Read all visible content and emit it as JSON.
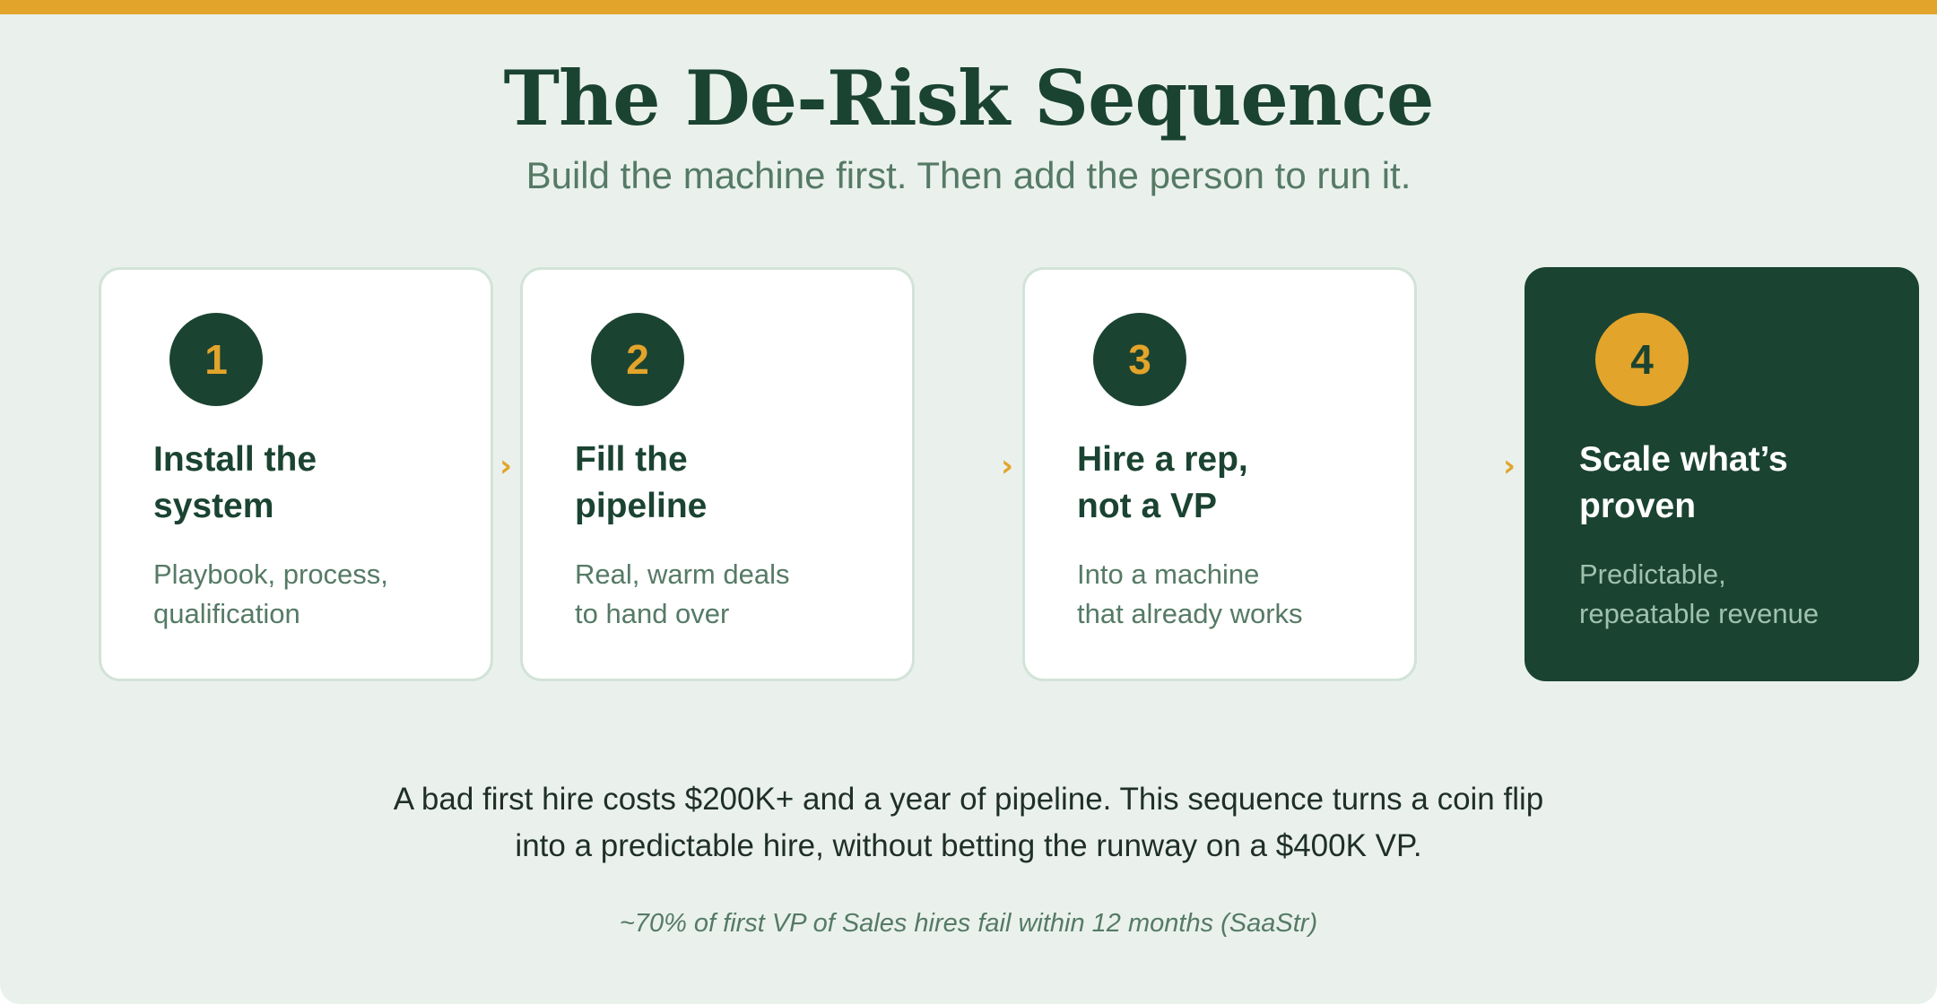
{
  "header": {
    "title": "The De-Risk Sequence",
    "subtitle": "Build the machine first. Then add the person to run it."
  },
  "steps": [
    {
      "number": "1",
      "title_lines": [
        "Install the",
        "system"
      ],
      "desc_lines": [
        "Playbook, process,",
        "qualification"
      ]
    },
    {
      "number": "2",
      "title_lines": [
        "Fill the",
        "pipeline"
      ],
      "desc_lines": [
        "Real, warm deals",
        "to hand over"
      ]
    },
    {
      "number": "3",
      "title_lines": [
        "Hire a rep,",
        "not a VP"
      ],
      "desc_lines": [
        "Into a machine",
        "that already works"
      ]
    },
    {
      "number": "4",
      "title_lines": [
        "Scale what’s",
        "proven"
      ],
      "desc_lines": [
        "Predictable,",
        "repeatable revenue"
      ]
    }
  ],
  "arrow_glyph": "›",
  "summary_lines": [
    "A bad first hire costs $200K+ and a year of pipeline. This sequence turns a coin flip",
    "into a predictable hire, without betting the runway on a $400K VP."
  ],
  "footnote": "~70% of first VP of Sales hires fail within 12 months (SaaStr)",
  "colors": {
    "primary_green": "#1b4332",
    "accent_gold": "#e2a42a",
    "background": "#eaf1ec",
    "muted_text": "#557a66"
  }
}
